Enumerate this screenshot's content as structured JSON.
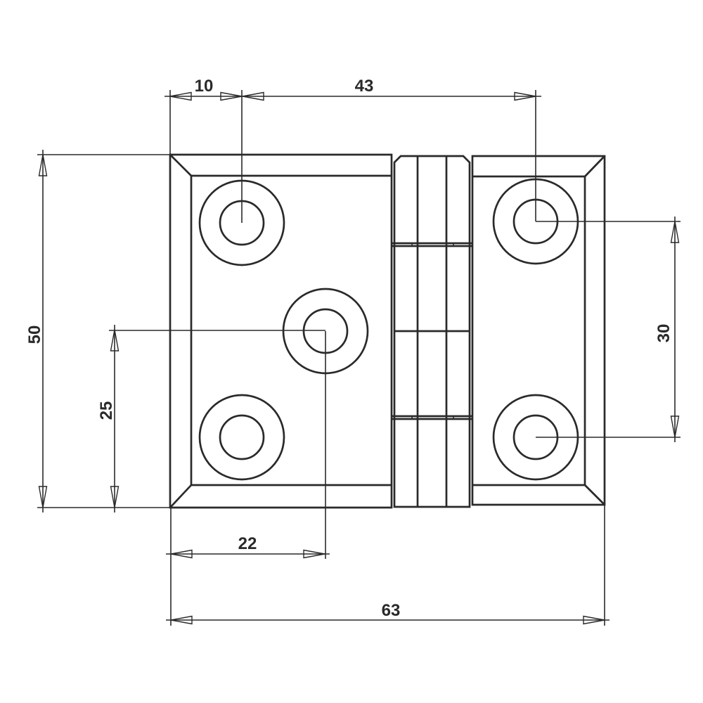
{
  "colors": {
    "line": "#2a2a2a",
    "background": "#ffffff"
  },
  "dimensions": {
    "top_hole_offset": {
      "label": "10"
    },
    "top_hole_spacing": {
      "label": "43"
    },
    "overall_height": {
      "label": "50"
    },
    "lower_hole_height": {
      "label": "25"
    },
    "right_hole_spacing": {
      "label": "30"
    },
    "bottom_hole_offset": {
      "label": "22"
    },
    "overall_width": {
      "label": "63"
    }
  }
}
